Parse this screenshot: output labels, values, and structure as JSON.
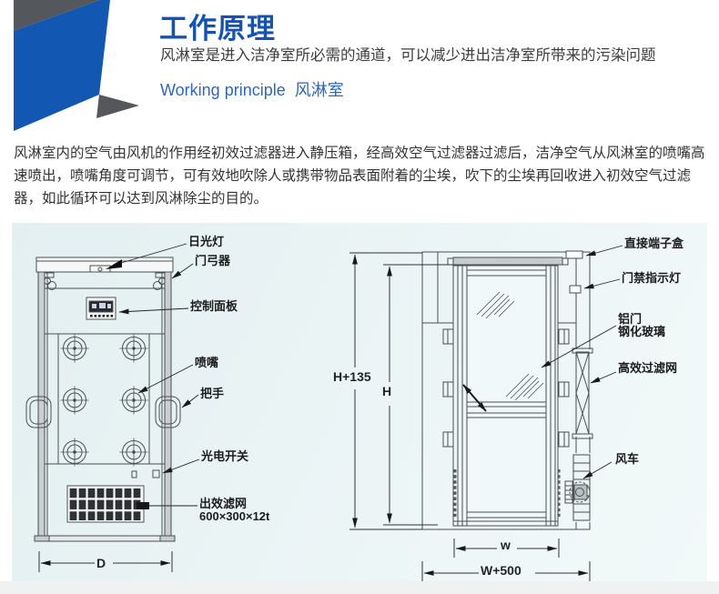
{
  "header": {
    "title": "工作原理",
    "subtitle": "风淋室是进入洁净室所必需的通道，可以减少进出洁净室所带来的污染问题",
    "caption_en": "Working principle",
    "caption_cn": "风淋室"
  },
  "intro": {
    "text": "风淋室内的空气由风机的作用经初效过滤器进入静压箱，经高效空气过滤器过滤后，洁净空气从风淋室的喷嘴高速喷出，喷嘴角度可调节，可有效地吹除人或携带物品表面附着的尘埃，吹下的尘埃再回收进入初效空气过滤器，如此循环可以达到风淋除尘的目的。"
  },
  "front_view": {
    "labels": {
      "lamp": "日光灯",
      "door_closer": "门弓器",
      "control_panel": "控制面板",
      "nozzle": "喷嘴",
      "handle": "把手",
      "photo_switch": "光电开关",
      "outlet_filter": "出效滤网",
      "filter_size": "600×300×12t",
      "dim_depth": "D"
    }
  },
  "side_view": {
    "labels": {
      "terminal_box": "直接端子盒",
      "door_indicator": "门禁指示灯",
      "alu_door": "铝门",
      "tempered_glass": "钢化玻璃",
      "hepa_filter": "高效过滤网",
      "fan": "风车",
      "dim_h_plus": "H+135",
      "dim_h": "H",
      "dim_w": "w",
      "dim_w_plus": "W+500"
    }
  },
  "colors": {
    "title_blue": "#1453b4",
    "caption_blue": "#2b66c8",
    "ribbon_blue": "#1257b2",
    "ribbon_gray": "#54585c",
    "diagram_background": "#e9f4f5",
    "drawing_line": "#4a4f52"
  }
}
